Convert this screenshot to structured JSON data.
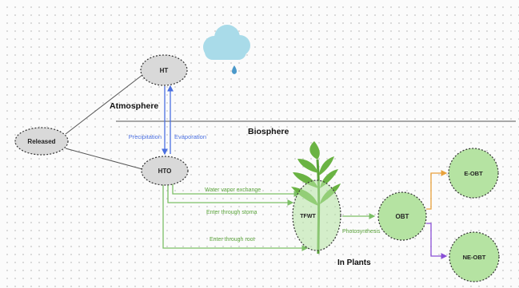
{
  "nodes": {
    "released": "Released",
    "ht": "HT",
    "hto": "HTO",
    "tfwt": "TFWT",
    "obt": "OBT",
    "e_obt": "E-OBT",
    "ne_obt": "NE-OBT"
  },
  "regions": {
    "atmosphere": "Atmosphere",
    "biosphere": "Biosphere",
    "in_plants": "In Plants"
  },
  "edges": {
    "precipitation": "Precipitation",
    "evaporation": "Evaporation",
    "water_vapor_exchange": "Water vapor exchange",
    "enter_through_stoma": "Enter through stoma",
    "enter_through_root": "Enter through root",
    "photosynthesis": "Photosynthesis"
  },
  "colors": {
    "gray_node": "#d9d9d9",
    "green_node": "#b5e3a2",
    "green_line": "#7cbf66",
    "blue_line": "#4a6fe0",
    "orange_line": "#e8a13c",
    "purple_line": "#8a4fd6",
    "cloud": "#a9dbe9",
    "rain": "#4a98c9",
    "leaf": "#6ab343"
  },
  "icons": [
    "cloud-icon",
    "raindrop-icon",
    "plant-icon"
  ]
}
